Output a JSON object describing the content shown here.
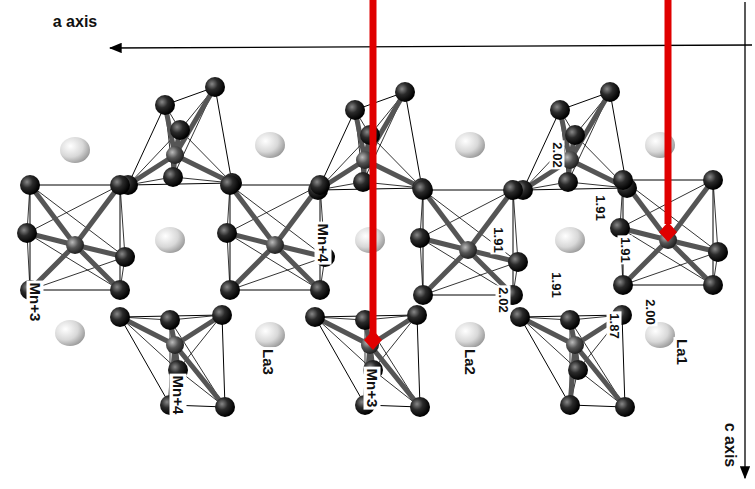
{
  "diagram": {
    "labels": [
      "a axis",
      "c axis",
      "Mn+3",
      "Mn+4",
      "Mn+4",
      "La3",
      "Mn+3",
      "La2",
      "La1",
      "2.02",
      "1.91",
      "1.91",
      "1.91",
      "2.02",
      "1.91",
      "2.00",
      "1.87"
    ]
  }
}
